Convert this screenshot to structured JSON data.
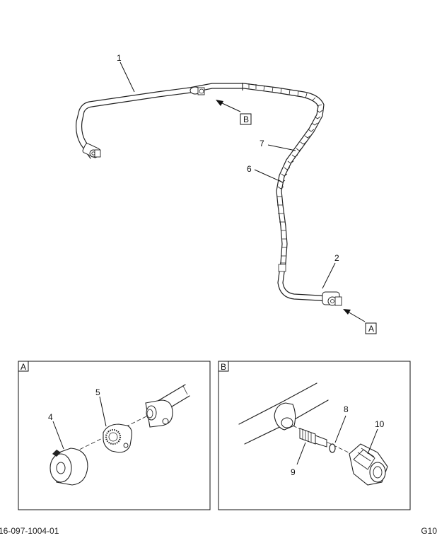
{
  "callouts": {
    "c1": "1",
    "c2": "2",
    "c4": "4",
    "c5": "5",
    "c6": "6",
    "c7": "7",
    "c8": "8",
    "c9": "9",
    "c10": "10"
  },
  "view_refs": {
    "a_main": "A",
    "b_main": "B",
    "a_detail": "A",
    "b_detail": "B"
  },
  "footer": {
    "left": "16-097-1004-01",
    "right": "G10"
  }
}
